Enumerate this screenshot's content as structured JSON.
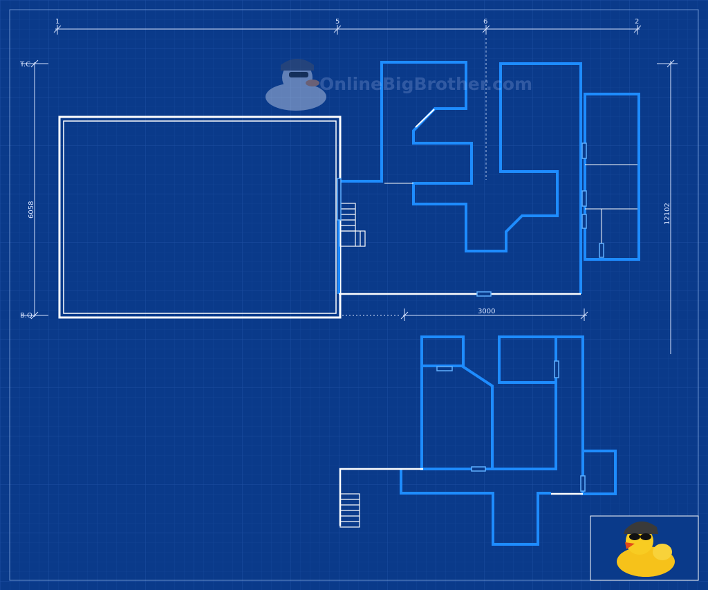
{
  "watermark": {
    "text": "OnlineBigBrother.com"
  },
  "grid_labels": {
    "col_1": "1",
    "col_5": "5",
    "col_6": "6",
    "col_2": "2"
  },
  "level_labels": {
    "top": "T.C",
    "bottom": "B.Q"
  },
  "dimensions": {
    "left_height": "6058",
    "right_height": "12102",
    "bottom_width": "3000"
  },
  "colors": {
    "background": "#0a3a8a",
    "grid_line": "#1d4fa3",
    "white_wall": "#ffffff",
    "blue_wall": "#1e8cff",
    "dim_line": "#d8e4ff"
  },
  "logo": {
    "icon": "rubber-duck-sunglasses-icon"
  }
}
